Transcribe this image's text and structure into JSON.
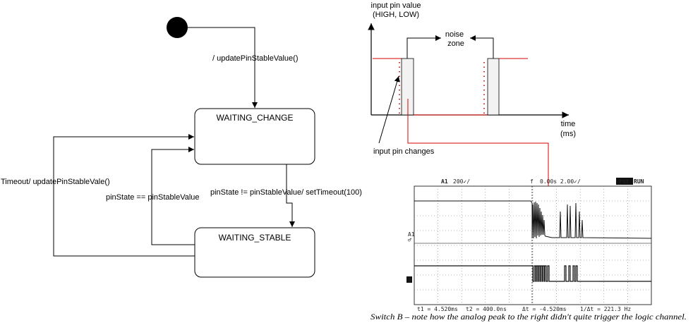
{
  "state_machine": {
    "states": [
      {
        "id": "waiting_change",
        "name": "WAITING_CHANGE"
      },
      {
        "id": "waiting_stable",
        "name": "WAITING_STABLE"
      }
    ],
    "transitions": {
      "initial": "/ updatePinStableValue()",
      "change_to_stable": "pinState != pinStableValue/ setTimeout(100)",
      "stable_to_change_equal": "pinState == pinStableValue",
      "stable_to_change_timeout": "Timeout/ updatePinStableVale()"
    }
  },
  "timing_diagram": {
    "y_axis_label_line1": "input pin value",
    "y_axis_label_line2": "(HIGH, LOW)",
    "x_axis_label_line1": "time",
    "x_axis_label_line2": "(ms)",
    "noise_label_line1": "noise",
    "noise_label_line2": "zone",
    "pin_change_label": "input pin changes"
  },
  "oscilloscope": {
    "channel_label": "A1",
    "volts_div": "200✓/",
    "timebase": "0.00s  2.00✓/",
    "mode_badge": "Fst",
    "run_status": "RUN",
    "side_marker_1": "A1",
    "side_marker_2": "♂",
    "logic_marker": "0",
    "readouts": {
      "t1": "t1 = 4.520ms",
      "t2": "t2 = 400.0ns",
      "dt": "Δt = -4.520ms",
      "inv_dt": "1/Δt = 221.3 Hz"
    },
    "caption": "Switch B – note how the analog peak to the right didn't quite trigger the logic channel."
  },
  "colors": {
    "signal_red": "#d40000",
    "line_black": "#000000",
    "pulse_fill": "#f2f2f2"
  }
}
